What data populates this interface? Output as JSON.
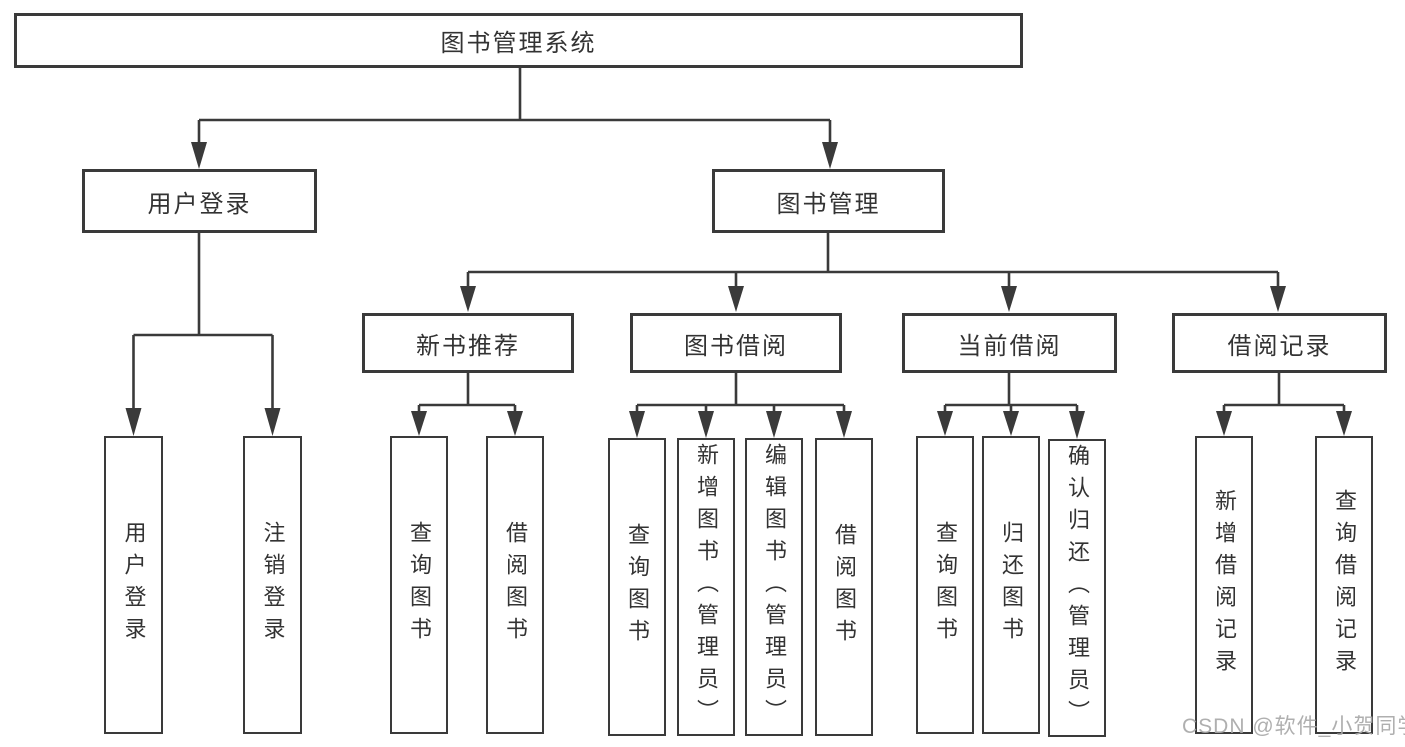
{
  "tree": {
    "label": "图书管理系统",
    "children": [
      {
        "label": "用户登录",
        "children": [
          {
            "label": "用户登录"
          },
          {
            "label": "注销登录"
          }
        ]
      },
      {
        "label": "图书管理",
        "children": [
          {
            "label": "新书推荐",
            "children": [
              {
                "label": "查询图书"
              },
              {
                "label": "借阅图书"
              }
            ]
          },
          {
            "label": "图书借阅",
            "children": [
              {
                "label": "查询图书"
              },
              {
                "label": "新增图书（管理员）"
              },
              {
                "label": "编辑图书（管理员）"
              },
              {
                "label": "借阅图书"
              }
            ]
          },
          {
            "label": "当前借阅",
            "children": [
              {
                "label": "查询图书"
              },
              {
                "label": "归还图书"
              },
              {
                "label": "确认归还（管理员）"
              }
            ]
          },
          {
            "label": "借阅记录",
            "children": [
              {
                "label": "新增借阅记录"
              },
              {
                "label": "查询借阅记录"
              }
            ]
          }
        ]
      }
    ]
  },
  "watermark": {
    "text": "CSDN @软件_小贺同学"
  },
  "colors": {
    "line": "#3a3a3a",
    "text": "#333333",
    "watermark": "#a8a8a8",
    "background": "#ffffff"
  }
}
